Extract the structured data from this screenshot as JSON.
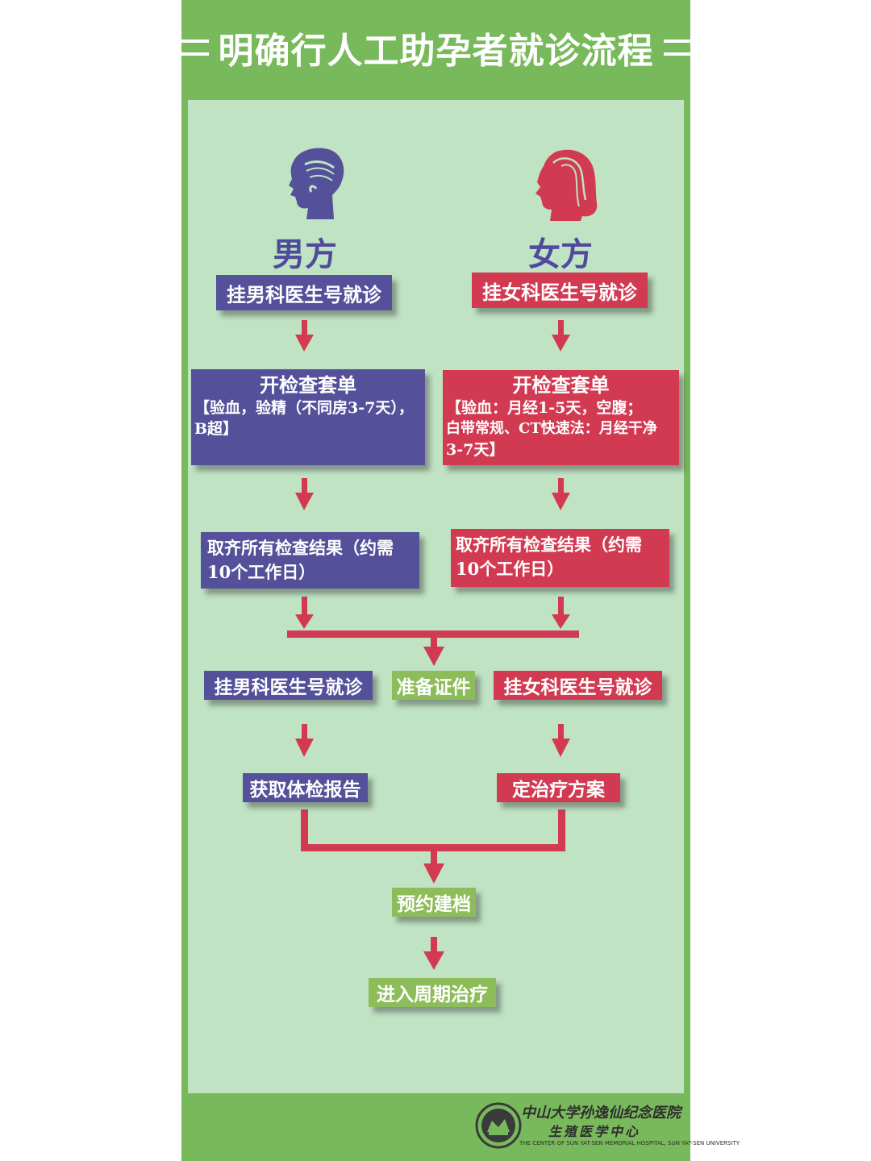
{
  "title": "明确行人工助孕者就诊流程",
  "male": {
    "label": "男方",
    "step1": "挂男科医生号就诊",
    "step2_title": "开检查套单",
    "step2_line1": "【验血，验精（不同房3-7天），",
    "step2_line2": "B超】",
    "step3_line1": "取齐所有检查结果（约需",
    "step3_line2": "10个工作日）",
    "step4": "挂男科医生号就诊",
    "step5": "获取体检报告"
  },
  "female": {
    "label": "女方",
    "step1": "挂女科医生号就诊",
    "step2_title": "开检查套单",
    "step2_line1": "【验血：月经1-5天，空腹；",
    "step2_line2": "白带常规、CT快速法：月经干净",
    "step2_line3": "3-7天】",
    "step3_line1": "取齐所有检查结果（约需",
    "step3_line2": "10个工作日）",
    "step4": "挂女科医生号就诊",
    "step5": "定治疗方案"
  },
  "shared": {
    "prepare": "准备证件",
    "book": "预约建档",
    "cycle": "进入周期治疗"
  },
  "logo": {
    "name_line1": "中山大学孙逸仙纪念医院",
    "name_line2": "生殖医学中心",
    "english": "THE CENTER OF SUN YAT-SEN MEMORIAL HOSPITAL, SUN YAT-SEN UNIVERSITY"
  },
  "colors": {
    "background": "#78b95b",
    "panel": "#bfe3c3",
    "male": "#54509a",
    "female": "#d23a52",
    "shared": "#8dbd5a",
    "connector": "#d23a52"
  }
}
